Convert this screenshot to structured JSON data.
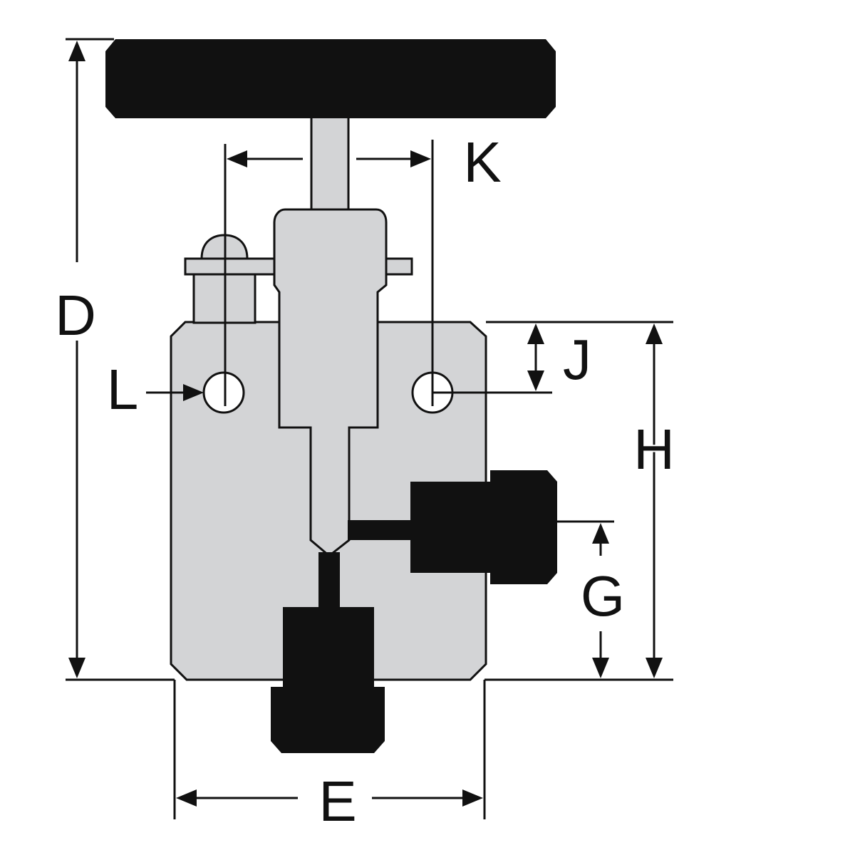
{
  "diagram": {
    "labels": {
      "D": "D",
      "E": "E",
      "G": "G",
      "H": "H",
      "J": "J",
      "K": "K",
      "L": "L"
    },
    "colors": {
      "body": "#d3d4d6",
      "dark": "#111111",
      "outline": "#111111",
      "background": "#ffffff"
    }
  }
}
